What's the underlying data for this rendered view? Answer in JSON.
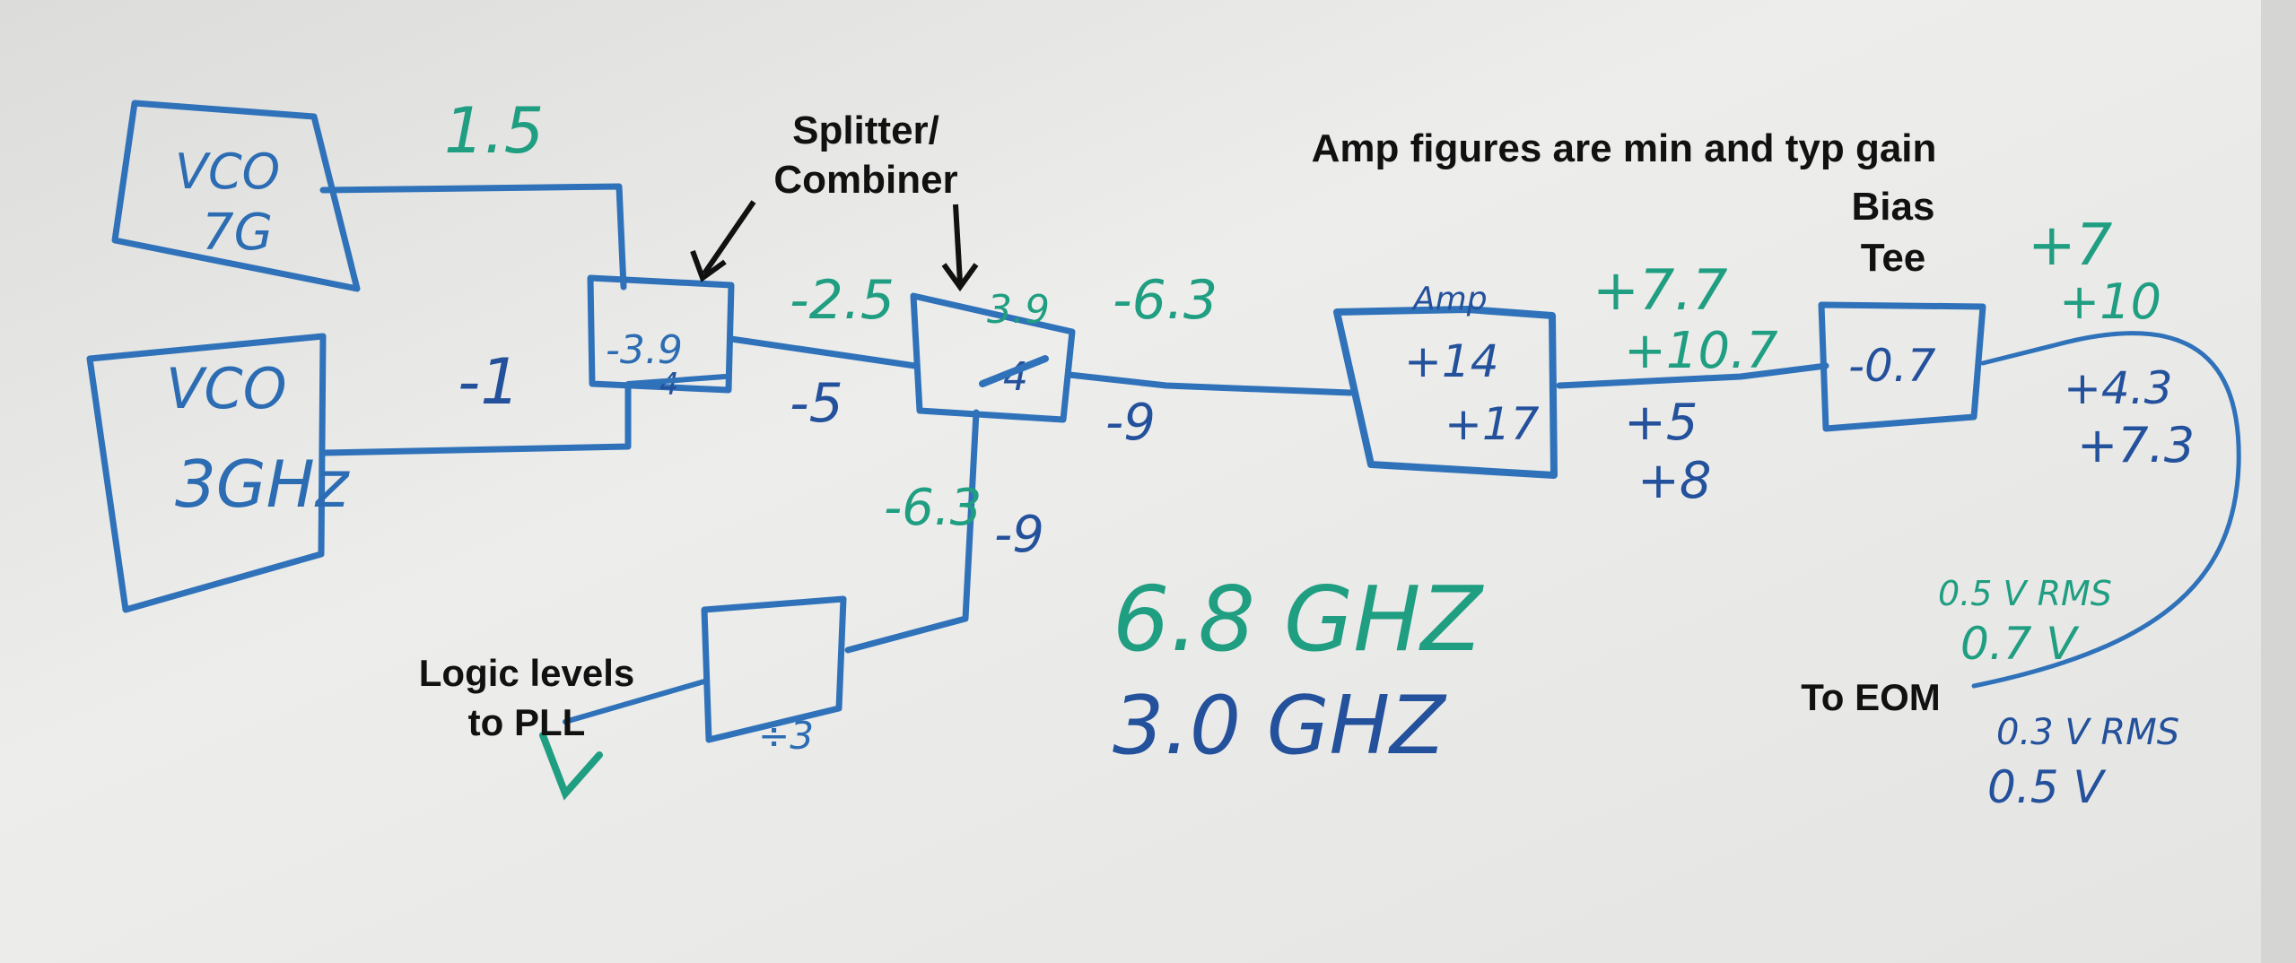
{
  "annotations": {
    "splitter": "Splitter/",
    "combiner": "Combiner",
    "amp_note": "Amp figures are min and typ gain",
    "bias": "Bias",
    "tee": "Tee",
    "logic1": "Logic levels",
    "logic2": "to PLL",
    "to_eom": "To EOM"
  },
  "blocks": {
    "vco1_line1": "VCO",
    "vco1_line2": "7G",
    "vco2_line1": "VCO",
    "vco2_line2": "3GHz",
    "splitter1": "-3.9",
    "splitter1_sub": "4",
    "splitter2_a": "3.9",
    "splitter2_b": "4",
    "amp_title": "Amp",
    "amp_a": "+14",
    "amp_b": "+17",
    "bias_tee": "-0.7",
    "divider": "÷3"
  },
  "levels": {
    "vco1_out": "1.5",
    "vco2_out": "-1",
    "after_splitter_green": "-2.5",
    "after_splitter_blue": "-5",
    "after_comb_green": "-6.3",
    "after_comb_blue": "-9",
    "to_div_green": "-6.3",
    "to_div_blue": "-9",
    "after_amp_green_1": "+7.7",
    "after_amp_green_2": "+10.7",
    "after_amp_blue_1": "+5",
    "after_amp_blue_2": "+8",
    "after_bias_green_1": "+7",
    "after_bias_green_2": "+10",
    "after_bias_blue_1": "+4.3",
    "after_bias_blue_2": "+7.3",
    "eom_green_1": "0.5 V RMS",
    "eom_green_2": "0.7 V",
    "eom_blue_1": "0.3 V RMS",
    "eom_blue_2": "0.5 V"
  },
  "frequencies": {
    "f1": "6.8 GHZ",
    "f2": "3.0 GHZ"
  },
  "colors": {
    "board": "#e9e9e7",
    "blue_marker": "#2b6cb3",
    "green_marker": "#1f9e82",
    "black_text": "#111111"
  }
}
